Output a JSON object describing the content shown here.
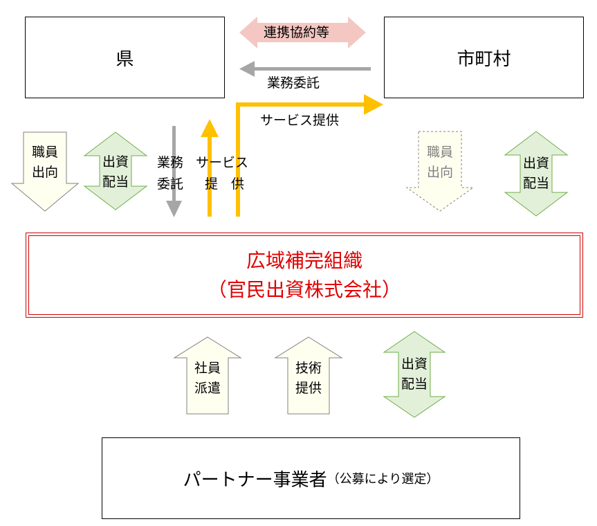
{
  "prefecture": {
    "label": "県"
  },
  "municipality": {
    "label": "市町村"
  },
  "top_arrows": {
    "cooperation": "連携協約等",
    "outsourcing": "業務委託",
    "service": "サービス提供"
  },
  "vertical_arrows": {
    "pref_staff": [
      "職員",
      "出向"
    ],
    "pref_invest": [
      "出資",
      "配当"
    ],
    "outsourcing": [
      "業務",
      "委託"
    ],
    "service": [
      "サービス",
      "提　供"
    ],
    "muni_staff": [
      "職員",
      "出向"
    ],
    "muni_invest": [
      "出資",
      "配当"
    ]
  },
  "center": {
    "title": "広域補完組織",
    "subtitle": "（官民出資株式会社）"
  },
  "bottom_arrows": {
    "employee": [
      "社員",
      "派遣"
    ],
    "tech": [
      "技術",
      "提供"
    ],
    "invest": [
      "出資",
      "配当"
    ]
  },
  "partner": {
    "name": "パートナー事業者",
    "note": "（公募により選定）"
  },
  "colors": {
    "cooperation": "#f4c7c3",
    "gray_arrow": "#a6a6a6",
    "yellow_arrow": "#ffc000",
    "staff_fill": "#fffff0",
    "invest_fill": "#e2f0d9",
    "invest_stroke": "#70ad47",
    "center_red": "#e00000"
  }
}
